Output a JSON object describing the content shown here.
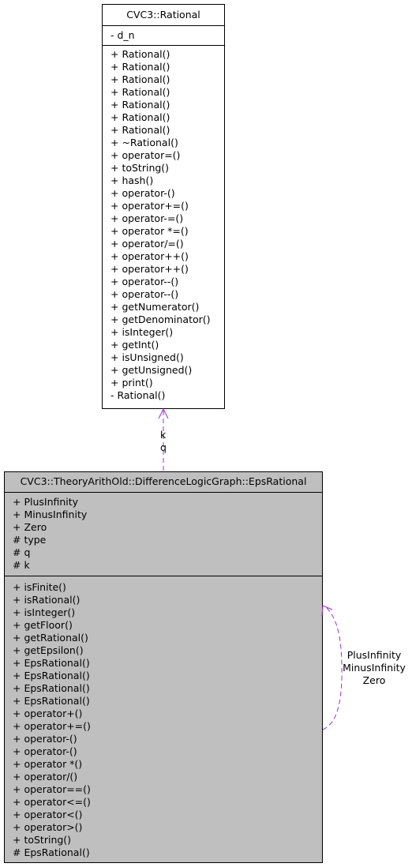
{
  "rational": {
    "title": "CVC3::Rational",
    "attributes": [
      "- d_n"
    ],
    "operations": [
      "+ Rational()",
      "+ Rational()",
      "+ Rational()",
      "+ Rational()",
      "+ Rational()",
      "+ Rational()",
      "+ Rational()",
      "+ ~Rational()",
      "+ operator=()",
      "+ toString()",
      "+ hash()",
      "+ operator-()",
      "+ operator+=()",
      "+ operator-=()",
      "+ operator *=()",
      "+ operator/=()",
      "+ operator++()",
      "+ operator++()",
      "+ operator--()",
      "+ operator--()",
      "+ getNumerator()",
      "+ getDenominator()",
      "+ isInteger()",
      "+ getInt()",
      "+ isUnsigned()",
      "+ getUnsigned()",
      "+ print()",
      "- Rational()"
    ]
  },
  "eps_rational": {
    "title": "CVC3::TheoryArithOld::DifferenceLogicGraph::EpsRational",
    "attributes": [
      "+ PlusInfinity",
      "+ MinusInfinity",
      "+ Zero",
      "# type",
      "# q",
      "# k"
    ],
    "operations": [
      "+ isFinite()",
      "+ isRational()",
      "+ isInteger()",
      "+ getFloor()",
      "+ getRational()",
      "+ getEpsilon()",
      "+ EpsRational()",
      "+ EpsRational()",
      "+ EpsRational()",
      "+ EpsRational()",
      "+ operator+()",
      "+ operator+=()",
      "+ operator-()",
      "+ operator-()",
      "+ operator *()",
      "+ operator/()",
      "+ operator==()",
      "+ operator<=()",
      "+ operator<()",
      "+ operator>()",
      "+ toString()",
      "# EpsRational()"
    ]
  },
  "edges": {
    "composition_labels": [
      "k",
      "q"
    ],
    "self_labels": [
      "PlusInfinity",
      "MinusInfinity",
      "Zero"
    ],
    "edge_color": "#9a32cd"
  }
}
